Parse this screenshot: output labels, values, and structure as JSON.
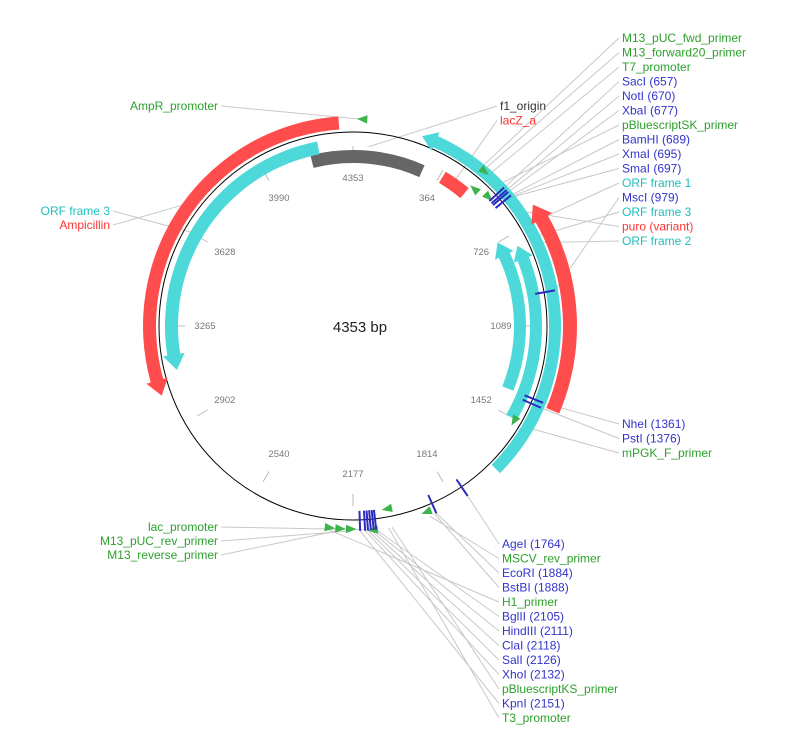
{
  "plasmid": {
    "center_label": "4353 bp",
    "length_bp": 4353,
    "backbone_color": "#000000"
  },
  "colors": {
    "primer": "#2ca02c",
    "site": "#3333cc",
    "orf": "#1fbfbf",
    "cds": "#ff3333",
    "origin": "#333333",
    "orf_fill": "#4dd9d9",
    "cds_fill": "#ff4d4d",
    "origin_fill": "#666666",
    "primer_fill": "#3cb44b",
    "site_fill": "#2b2bbf"
  },
  "ticks": [
    {
      "label": "4353"
    },
    {
      "label": "364"
    },
    {
      "label": "726"
    },
    {
      "label": "1089"
    },
    {
      "label": "1452"
    },
    {
      "label": "1814"
    },
    {
      "label": "2177"
    },
    {
      "label": "2540"
    },
    {
      "label": "2902"
    },
    {
      "label": "3265"
    },
    {
      "label": "3628"
    },
    {
      "label": "3990"
    }
  ],
  "labels_right_top": [
    {
      "text": "M13_pUC_fwd_primer",
      "kind": "primer"
    },
    {
      "text": "M13_forward20_primer",
      "kind": "primer"
    },
    {
      "text": "T7_promoter",
      "kind": "primer"
    },
    {
      "text": "SacI (657)",
      "kind": "site"
    },
    {
      "text": "NotI (670)",
      "kind": "site"
    },
    {
      "text": "XbaI (677)",
      "kind": "site"
    },
    {
      "text": "pBluescriptSK_primer",
      "kind": "primer"
    },
    {
      "text": "BamHI (689)",
      "kind": "site"
    },
    {
      "text": "XmaI (695)",
      "kind": "site"
    },
    {
      "text": "SmaI (697)",
      "kind": "site"
    },
    {
      "text": "ORF frame 1",
      "kind": "orf"
    },
    {
      "text": "MscI (979)",
      "kind": "site"
    },
    {
      "text": "ORF frame 3",
      "kind": "orf"
    },
    {
      "text": "puro (variant)",
      "kind": "cds"
    },
    {
      "text": "ORF frame 2",
      "kind": "orf"
    }
  ],
  "labels_top_mid": [
    {
      "text": "f1_origin",
      "kind": "origin"
    },
    {
      "text": "lacZ_a",
      "kind": "cds"
    }
  ],
  "labels_right_mid": [
    {
      "text": "NheI (1361)",
      "kind": "site"
    },
    {
      "text": "PstI (1376)",
      "kind": "site"
    },
    {
      "text": "mPGK_F_primer",
      "kind": "primer"
    }
  ],
  "labels_bottom": [
    {
      "text": "AgeI (1764)",
      "kind": "site"
    },
    {
      "text": "MSCV_rev_primer",
      "kind": "primer"
    },
    {
      "text": "EcoRI (1884)",
      "kind": "site"
    },
    {
      "text": "BstBI (1888)",
      "kind": "site"
    },
    {
      "text": "H1_primer",
      "kind": "primer"
    },
    {
      "text": "BglII (2105)",
      "kind": "site"
    },
    {
      "text": "HindIII (2111)",
      "kind": "site"
    },
    {
      "text": "ClaI (2118)",
      "kind": "site"
    },
    {
      "text": "SalI (2126)",
      "kind": "site"
    },
    {
      "text": "XhoI (2132)",
      "kind": "site"
    },
    {
      "text": "pBluescriptKS_primer",
      "kind": "primer"
    },
    {
      "text": "KpnI (2151)",
      "kind": "site"
    },
    {
      "text": "T3_promoter",
      "kind": "primer"
    }
  ],
  "labels_left": [
    {
      "text": "AmpR_promoter",
      "kind": "primer"
    },
    {
      "text": "ORF frame 3",
      "kind": "orf"
    },
    {
      "text": "Ampicillin",
      "kind": "cds"
    },
    {
      "text": "lac_promoter",
      "kind": "primer"
    },
    {
      "text": "M13_pUC_rev_primer",
      "kind": "primer"
    },
    {
      "text": "M13_reverse_primer",
      "kind": "primer"
    }
  ]
}
